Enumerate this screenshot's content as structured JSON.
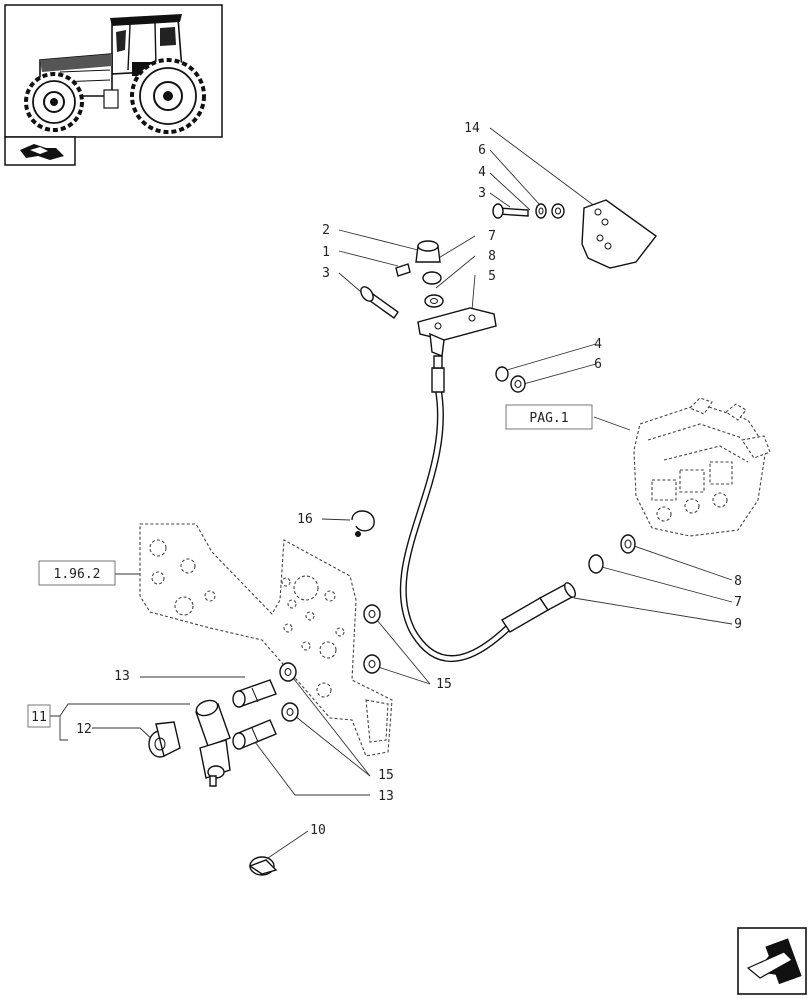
{
  "callouts": [
    {
      "id": "c14a",
      "text": "14"
    },
    {
      "id": "c6a",
      "text": "6"
    },
    {
      "id": "c4a",
      "text": "4"
    },
    {
      "id": "c3a",
      "text": "3"
    },
    {
      "id": "c2",
      "text": "2"
    },
    {
      "id": "c1",
      "text": "1"
    },
    {
      "id": "c3b",
      "text": "3"
    },
    {
      "id": "c7a",
      "text": "7"
    },
    {
      "id": "c8a",
      "text": "8"
    },
    {
      "id": "c5",
      "text": "5"
    },
    {
      "id": "c4b",
      "text": "4"
    },
    {
      "id": "c6b",
      "text": "6"
    },
    {
      "id": "c16",
      "text": "16"
    },
    {
      "id": "c8b",
      "text": "8"
    },
    {
      "id": "c7b",
      "text": "7"
    },
    {
      "id": "c9",
      "text": "9"
    },
    {
      "id": "c15a",
      "text": "15"
    },
    {
      "id": "c13a",
      "text": "13"
    },
    {
      "id": "c12",
      "text": "12"
    },
    {
      "id": "c15b",
      "text": "15"
    },
    {
      "id": "c13b",
      "text": "13"
    },
    {
      "id": "c10",
      "text": "10"
    }
  ],
  "references": {
    "pag": "PAG.1",
    "plate": "1.96.2",
    "group": "11"
  },
  "icons": {
    "thumbnail": "tractor-thumbnail-icon",
    "nav_top": "page-back-arrow-icon",
    "nav_bottom": "next-page-arrow-icon"
  }
}
